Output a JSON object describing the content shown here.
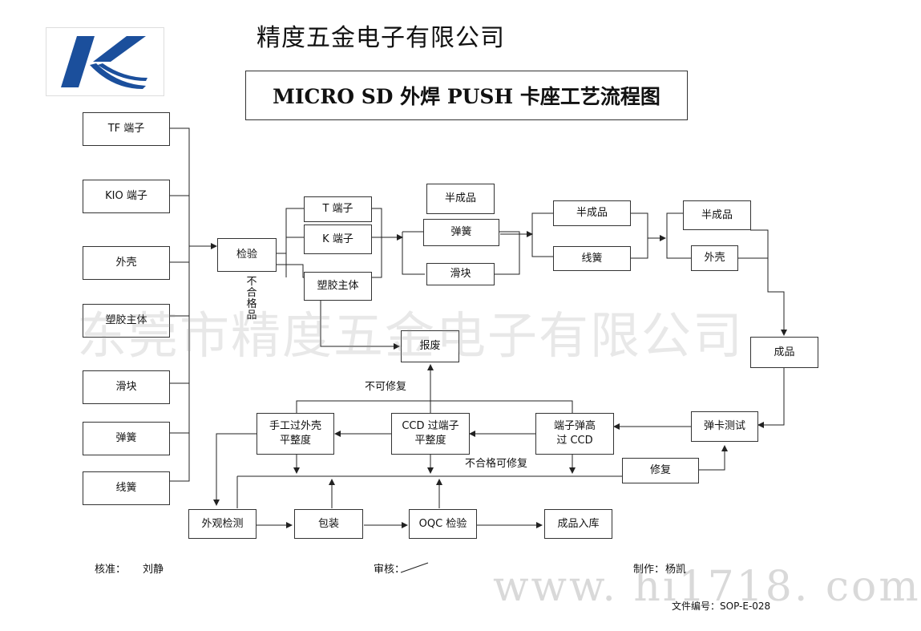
{
  "header": {
    "company": "精度五金电子有限公司",
    "title": "MICRO SD 外焊  PUSH  卡座工艺流程图"
  },
  "inputs": [
    "TF 端子",
    "KIO 端子",
    "外壳",
    "塑胶主体",
    "滑块",
    "弹簧",
    "线簧"
  ],
  "nodes": {
    "inspect": "检验",
    "t_terminal": "T 端子",
    "k_terminal": "K 端子",
    "plastic_body": "塑胶主体",
    "semi1": "半成品",
    "spring": "弹簧",
    "slider": "滑块",
    "semi2": "半成品",
    "wire_spring": "线簧",
    "semi3": "半成品",
    "shell": "外壳",
    "finished": "成品",
    "scrap": "报废",
    "spring_test": "弹卡测试",
    "terminal_height_ccd": "端子弹高\n过 CCD",
    "ccd_terminal_flatness": "CCD 过端子\n平整度",
    "manual_shell_flatness": "手工过外壳\n平整度",
    "repair": "修复",
    "visual_inspection": "外观检测",
    "packaging": "包装",
    "oqc": "OQC 检验",
    "warehousing": "成品入库"
  },
  "labels": {
    "nonconforming": "不合格品",
    "irreparable": "不可修复",
    "nonconforming_repairable": "不合格可修复"
  },
  "footer": {
    "approve_label": "核准：",
    "approve_name": "刘静",
    "review_label": "审核：",
    "made_label": "制作：",
    "made_name": "杨凯",
    "doc_no": "文件编号：SOP-E-028"
  },
  "watermarks": {
    "center": "东莞市精度五金电子有限公司",
    "bottom": "www. hi1718. com"
  },
  "colors": {
    "logo_blue": "#1b4f9c",
    "line": "#222222"
  }
}
